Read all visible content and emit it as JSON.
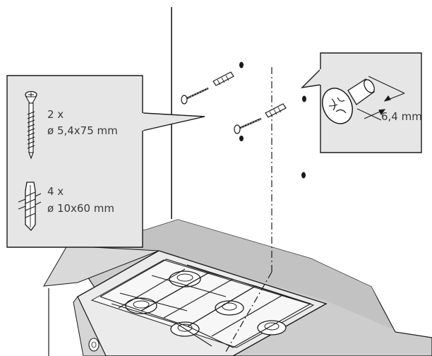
{
  "callout_left": {
    "screws": {
      "qty": "2 x",
      "size": "ø 5,4x75 mm"
    },
    "plugs": {
      "qty": "4 x",
      "size": "ø 10x60 mm"
    }
  },
  "callout_right": {
    "dimension": "6,4 mm"
  },
  "colors": {
    "line": "#1a1a1a",
    "callout_fill": "#e6e6e6",
    "counter": "#d0d0d0",
    "cabinet": "#ececec"
  }
}
